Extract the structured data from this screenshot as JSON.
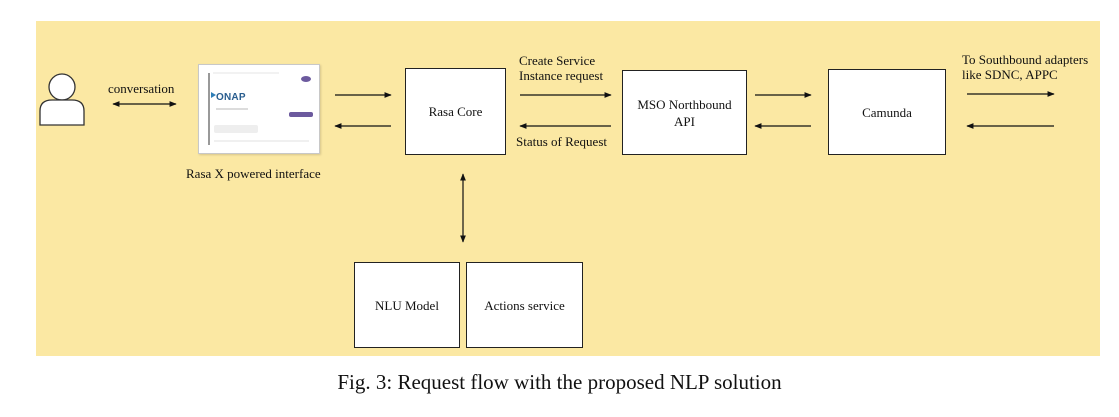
{
  "diagram": {
    "background_color": "#fbe8a3",
    "nodes": {
      "user": {
        "icon": "user-icon"
      },
      "interface": {
        "label": "Rasa X powered interface",
        "logo_text": "ONAP"
      },
      "rasa_core": {
        "label": "Rasa Core"
      },
      "mso": {
        "label": "MSO Northbound API"
      },
      "camunda": {
        "label": "Camunda"
      },
      "nlu": {
        "label": "NLU Model"
      },
      "actions": {
        "label": "Actions service"
      }
    },
    "edges": {
      "conversation": {
        "label": "conversation"
      },
      "create_request": {
        "label_line1": "Create Service",
        "label_line2": "Instance request"
      },
      "status": {
        "label": "Status of Request"
      },
      "southbound": {
        "label_line1": "To Southbound adapters",
        "label_line2": "like SDNC, APPC"
      }
    }
  },
  "caption": "Fig. 3: Request flow with the proposed NLP solution"
}
